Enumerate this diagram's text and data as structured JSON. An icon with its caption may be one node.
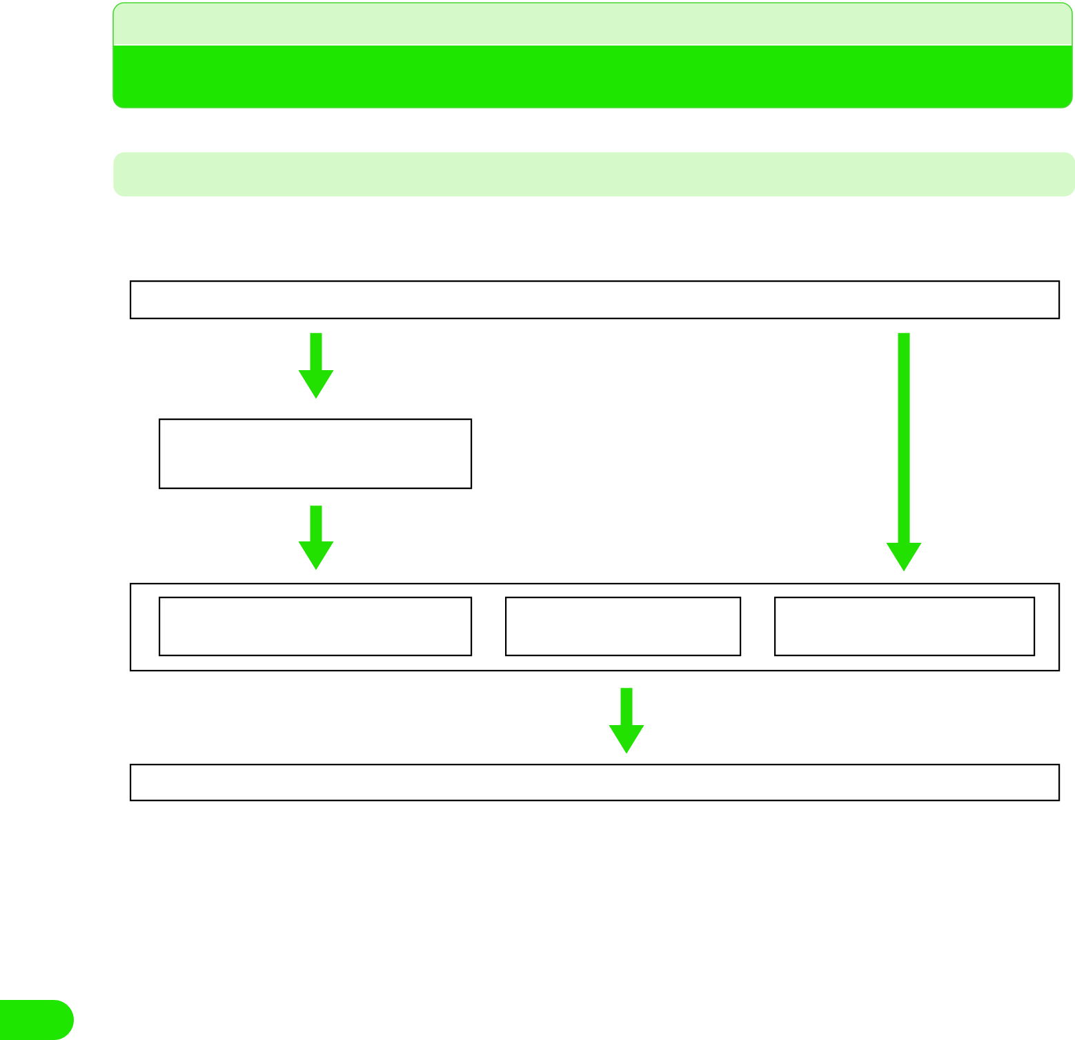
{
  "diagram": {
    "nodes": [
      {
        "text": [],
        "shape": "bar"
      },
      {
        "text": [],
        "shape": "box"
      },
      {
        "text": [],
        "shape": "box"
      },
      {
        "text": [],
        "shape": "box"
      },
      {
        "text": [],
        "shape": "box",
        "in": 3
      },
      {
        "text": [],
        "shape": "box",
        "in": 3
      },
      {
        "text": [],
        "shape": "box",
        "in": 3
      },
      {
        "text": [],
        "shape": "box"
      }
    ],
    "edges": [
      {
        "from": 1,
        "to": 2,
        "arrow": "to"
      },
      {
        "from": 2,
        "to": 3,
        "arrow": "to"
      },
      {
        "from": 1,
        "to": 3,
        "arrow": "to"
      },
      {
        "from": 3,
        "to": 7,
        "arrow": "to"
      }
    ]
  }
}
